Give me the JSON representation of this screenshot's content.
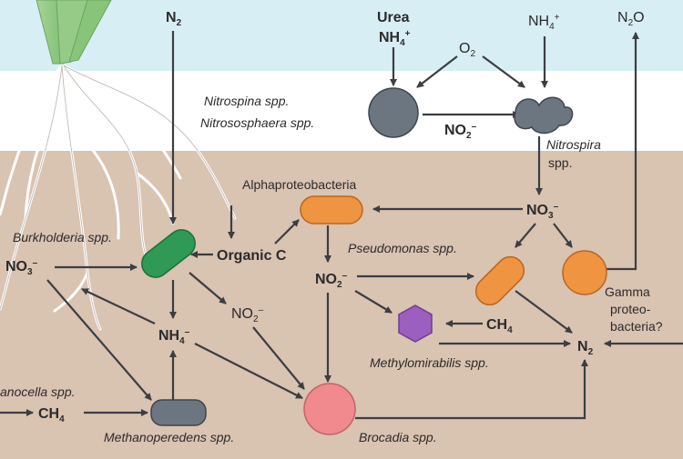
{
  "colors": {
    "sky": "#d8eef5",
    "water": "#ffffff",
    "soil": "#d9c3b1",
    "arrow": "#3b3e42",
    "gray_cell": "#6b7680",
    "orange_cell": "#ef9440",
    "green_cell": "#2f9a55",
    "pink_cell": "#f08a8e",
    "purple_cell": "#9b5fc0"
  },
  "compounds": {
    "n2_top": {
      "main": "N",
      "sub": "2",
      "sup": ""
    },
    "urea": {
      "main": "Urea",
      "sub": "",
      "sup": ""
    },
    "nh4_top": {
      "main": "NH",
      "sub": "4",
      "sup": "+"
    },
    "o2": {
      "main": "O",
      "sub": "2",
      "sup": ""
    },
    "nh4_right": {
      "main": "NH",
      "sub": "4",
      "sup": "+"
    },
    "n2o": {
      "main": "N",
      "sub": "2",
      "sup": "",
      "tail": "O"
    },
    "no2_top": {
      "main": "NO",
      "sub": "2",
      "sup": "–"
    },
    "no3_right": {
      "main": "NO",
      "sub": "3",
      "sup": "–"
    },
    "no3_left": {
      "main": "NO",
      "sub": "3",
      "sup": "–"
    },
    "organic_c": {
      "main": "Organic C",
      "sub": "",
      "sup": ""
    },
    "no2_center": {
      "main": "NO",
      "sub": "2",
      "sup": "–"
    },
    "no2_left": {
      "main": "NO",
      "sub": "2",
      "sup": "–"
    },
    "nh4_center": {
      "main": "NH",
      "sub": "4",
      "sup": "–"
    },
    "ch4_mid": {
      "main": "CH",
      "sub": "4",
      "sup": ""
    },
    "n2_bottom": {
      "main": "N",
      "sub": "2",
      "sup": ""
    },
    "ch4_left": {
      "main": "CH",
      "sub": "4",
      "sup": ""
    }
  },
  "organisms": {
    "nitrospina": "Nitrospina spp.",
    "nitrososphaera": "Nitrososphaera spp.",
    "nitrospira": "Nitrospira",
    "nitrospira_spp": "spp.",
    "alphaproteobacteria": "Alphaproteobacteria",
    "burkholderia": "Burkholderia spp.",
    "pseudomonas": "Pseudomonas spp.",
    "gamma_1": "Gamma",
    "gamma_2": "proteo-",
    "gamma_3": "bacteria?",
    "methylomirabilis": "Methylomirabilis spp.",
    "methanocella": "anocella spp.",
    "methanoperedens": "Methanoperedens spp.",
    "brocadia": "Brocadia spp."
  }
}
